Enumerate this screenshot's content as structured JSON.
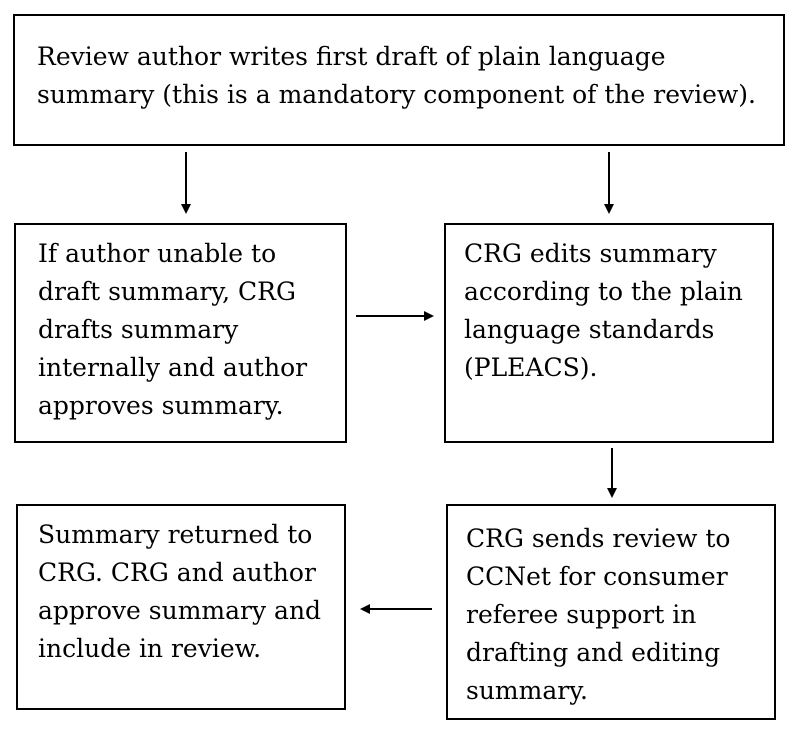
{
  "boxes": {
    "top": {
      "lines": [
        "Review author writes first draft of plain language",
        "summary (this is a mandatory component of the review)."
      ]
    },
    "mid_left": {
      "lines": [
        "If author unable to",
        "draft summary, CRG",
        "drafts summary",
        "internally and author",
        "approves summary."
      ]
    },
    "mid_right": {
      "lines": [
        "CRG edits summary",
        "according to the plain",
        "language standards",
        "(PLEACS)."
      ]
    },
    "bottom_left": {
      "lines": [
        "Summary returned to",
        "CRG.  CRG and author",
        "approve summary and",
        "include in review."
      ]
    },
    "bottom_right": {
      "lines": [
        "CRG sends review to",
        "CCNet for consumer",
        "referee support in",
        "drafting and editing",
        "summary."
      ]
    }
  },
  "colors": {
    "stroke": "#000000",
    "background": "#ffffff"
  }
}
